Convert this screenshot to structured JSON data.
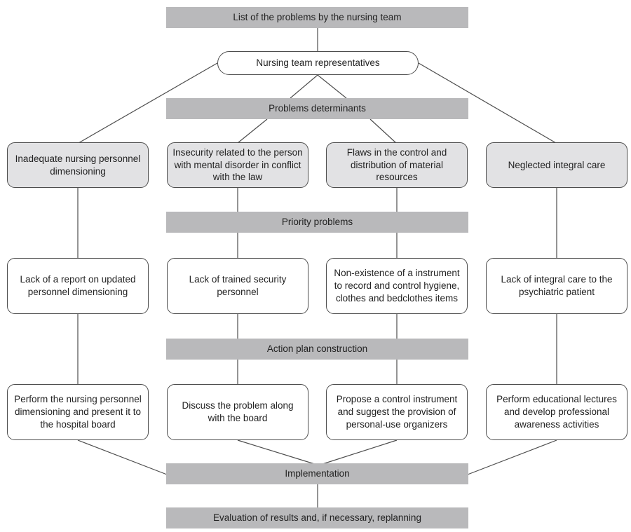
{
  "palette": {
    "bar_fill": "#b9b9bb",
    "gray_box_fill": "#e2e2e4",
    "white_box_fill": "#ffffff",
    "stroke": "#4d4d4d",
    "text": "#222222",
    "background": "#ffffff"
  },
  "stages": {
    "list_problems": "List of the problems by the nursing team",
    "representatives": "Nursing team representatives",
    "problems_determinants": "Problems determinants",
    "priority_problems": "Priority problems",
    "action_plan": "Action plan construction",
    "implementation": "Implementation",
    "evaluation": "Evaluation of results and, if necessary, replanning"
  },
  "determinants": [
    "Inadequate nursing personnel dimensioning",
    "Insecurity related to the person with mental disorder in conflict with the law",
    "Flaws in the control and distribution of material resources",
    "Neglected integral care"
  ],
  "priority_problems": [
    "Lack of a report on updated personnel dimensioning",
    "Lack of trained security personnel",
    "Non-existence of a instrument to record and control hygiene, clothes and bedclothes items",
    "Lack of integral care to the psychiatric patient"
  ],
  "actions": [
    "Perform the nursing personnel dimensioning and present it to the hospital board",
    "Discuss the problem along with the board",
    "Propose a control instrument and suggest the provision of personal-use organizers",
    "Perform educational lectures and develop professional awareness activities"
  ]
}
